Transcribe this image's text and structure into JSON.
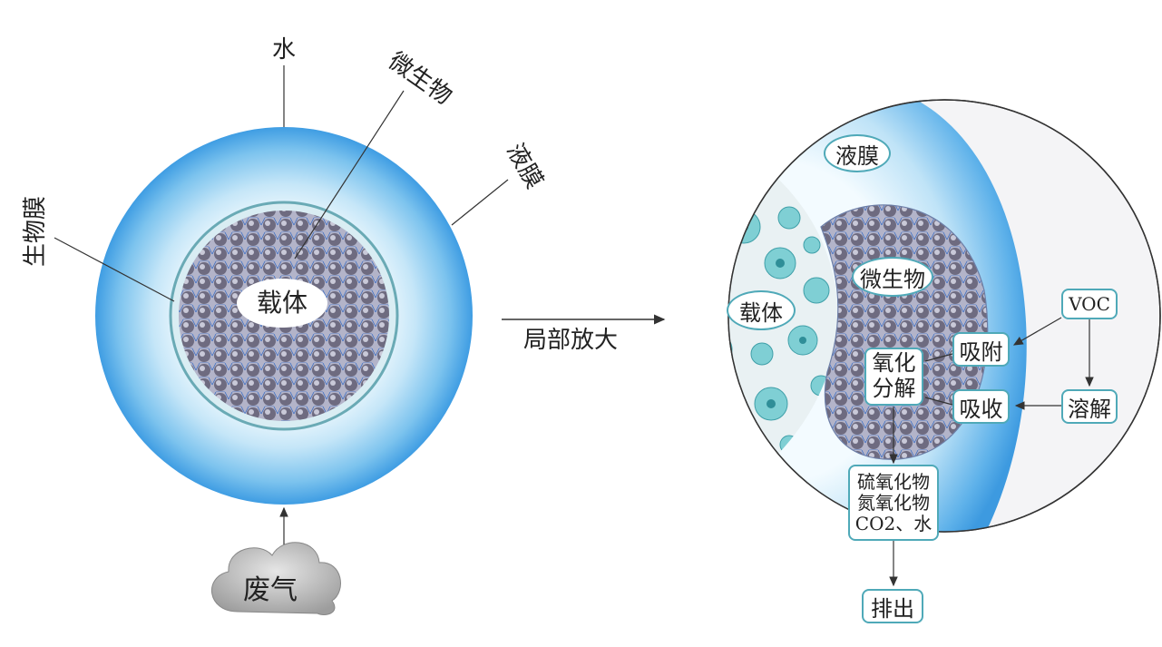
{
  "left": {
    "label_water": "水",
    "label_microbe": "微生物",
    "label_liquid_film": "液膜",
    "label_biofilm": "生物膜",
    "label_carrier": "载体",
    "label_waste_gas": "废气"
  },
  "arrow_label": "局部放大",
  "right": {
    "liquid_film": "液膜",
    "microbe": "微生物",
    "carrier": "载体",
    "oxidation_line1": "氧化",
    "oxidation_line2": "分解",
    "adsorb": "吸附",
    "absorb": "吸收",
    "voc": "VOC",
    "dissolve": "溶解",
    "products_line1": "硫氧化物",
    "products_line2": "氮氧化物",
    "products_line3": "CO2、水",
    "discharge": "排出"
  },
  "colors": {
    "film_blue": "#4aa6e6",
    "film_light": "#dff1fb",
    "border_teal": "#4fa9b8",
    "cell_teal": "#5cc1c8",
    "microbe_grey": "#7d7a8e",
    "cloud_grey": "#b8b8b8"
  }
}
